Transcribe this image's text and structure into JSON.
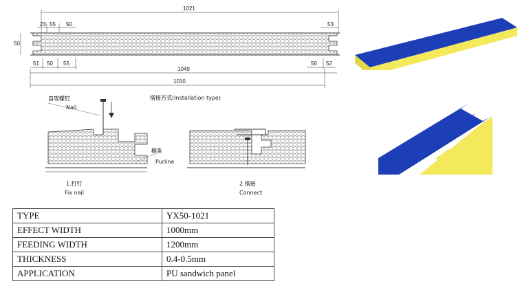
{
  "drawing": {
    "dims_top": {
      "total": "1021",
      "a": "23",
      "b": "55",
      "c": "50",
      "right": "53",
      "height": "50"
    },
    "dims_bottom": {
      "a": "51",
      "b": "50",
      "c": "55",
      "d": "56",
      "e": "52",
      "mid": "1049",
      "total": "1010"
    },
    "install_title": "搭接方式(Installation type)",
    "nail_cn": "自攻螺钉",
    "nail_en": "Nail",
    "purline_cn": "檩条",
    "purline_en": "Purline",
    "fix_cn": "1.打钉",
    "fix_en": "Fix nail",
    "connect_cn": "2.搭接",
    "connect_en": "Connect"
  },
  "colors": {
    "panel_blue": "#1c3fb8",
    "foam_yellow": "#f3e95a"
  },
  "specs": [
    {
      "label": "TYPE",
      "value": "YX50-1021"
    },
    {
      "label": "EFFECT WIDTH",
      "value": "1000mm"
    },
    {
      "label": "FEEDING WIDTH",
      "value": "1200mm"
    },
    {
      "label": "THICKNESS",
      "value": "0.4-0.5mm"
    },
    {
      "label": "APPLICATION",
      "value": "PU sandwich panel"
    }
  ]
}
